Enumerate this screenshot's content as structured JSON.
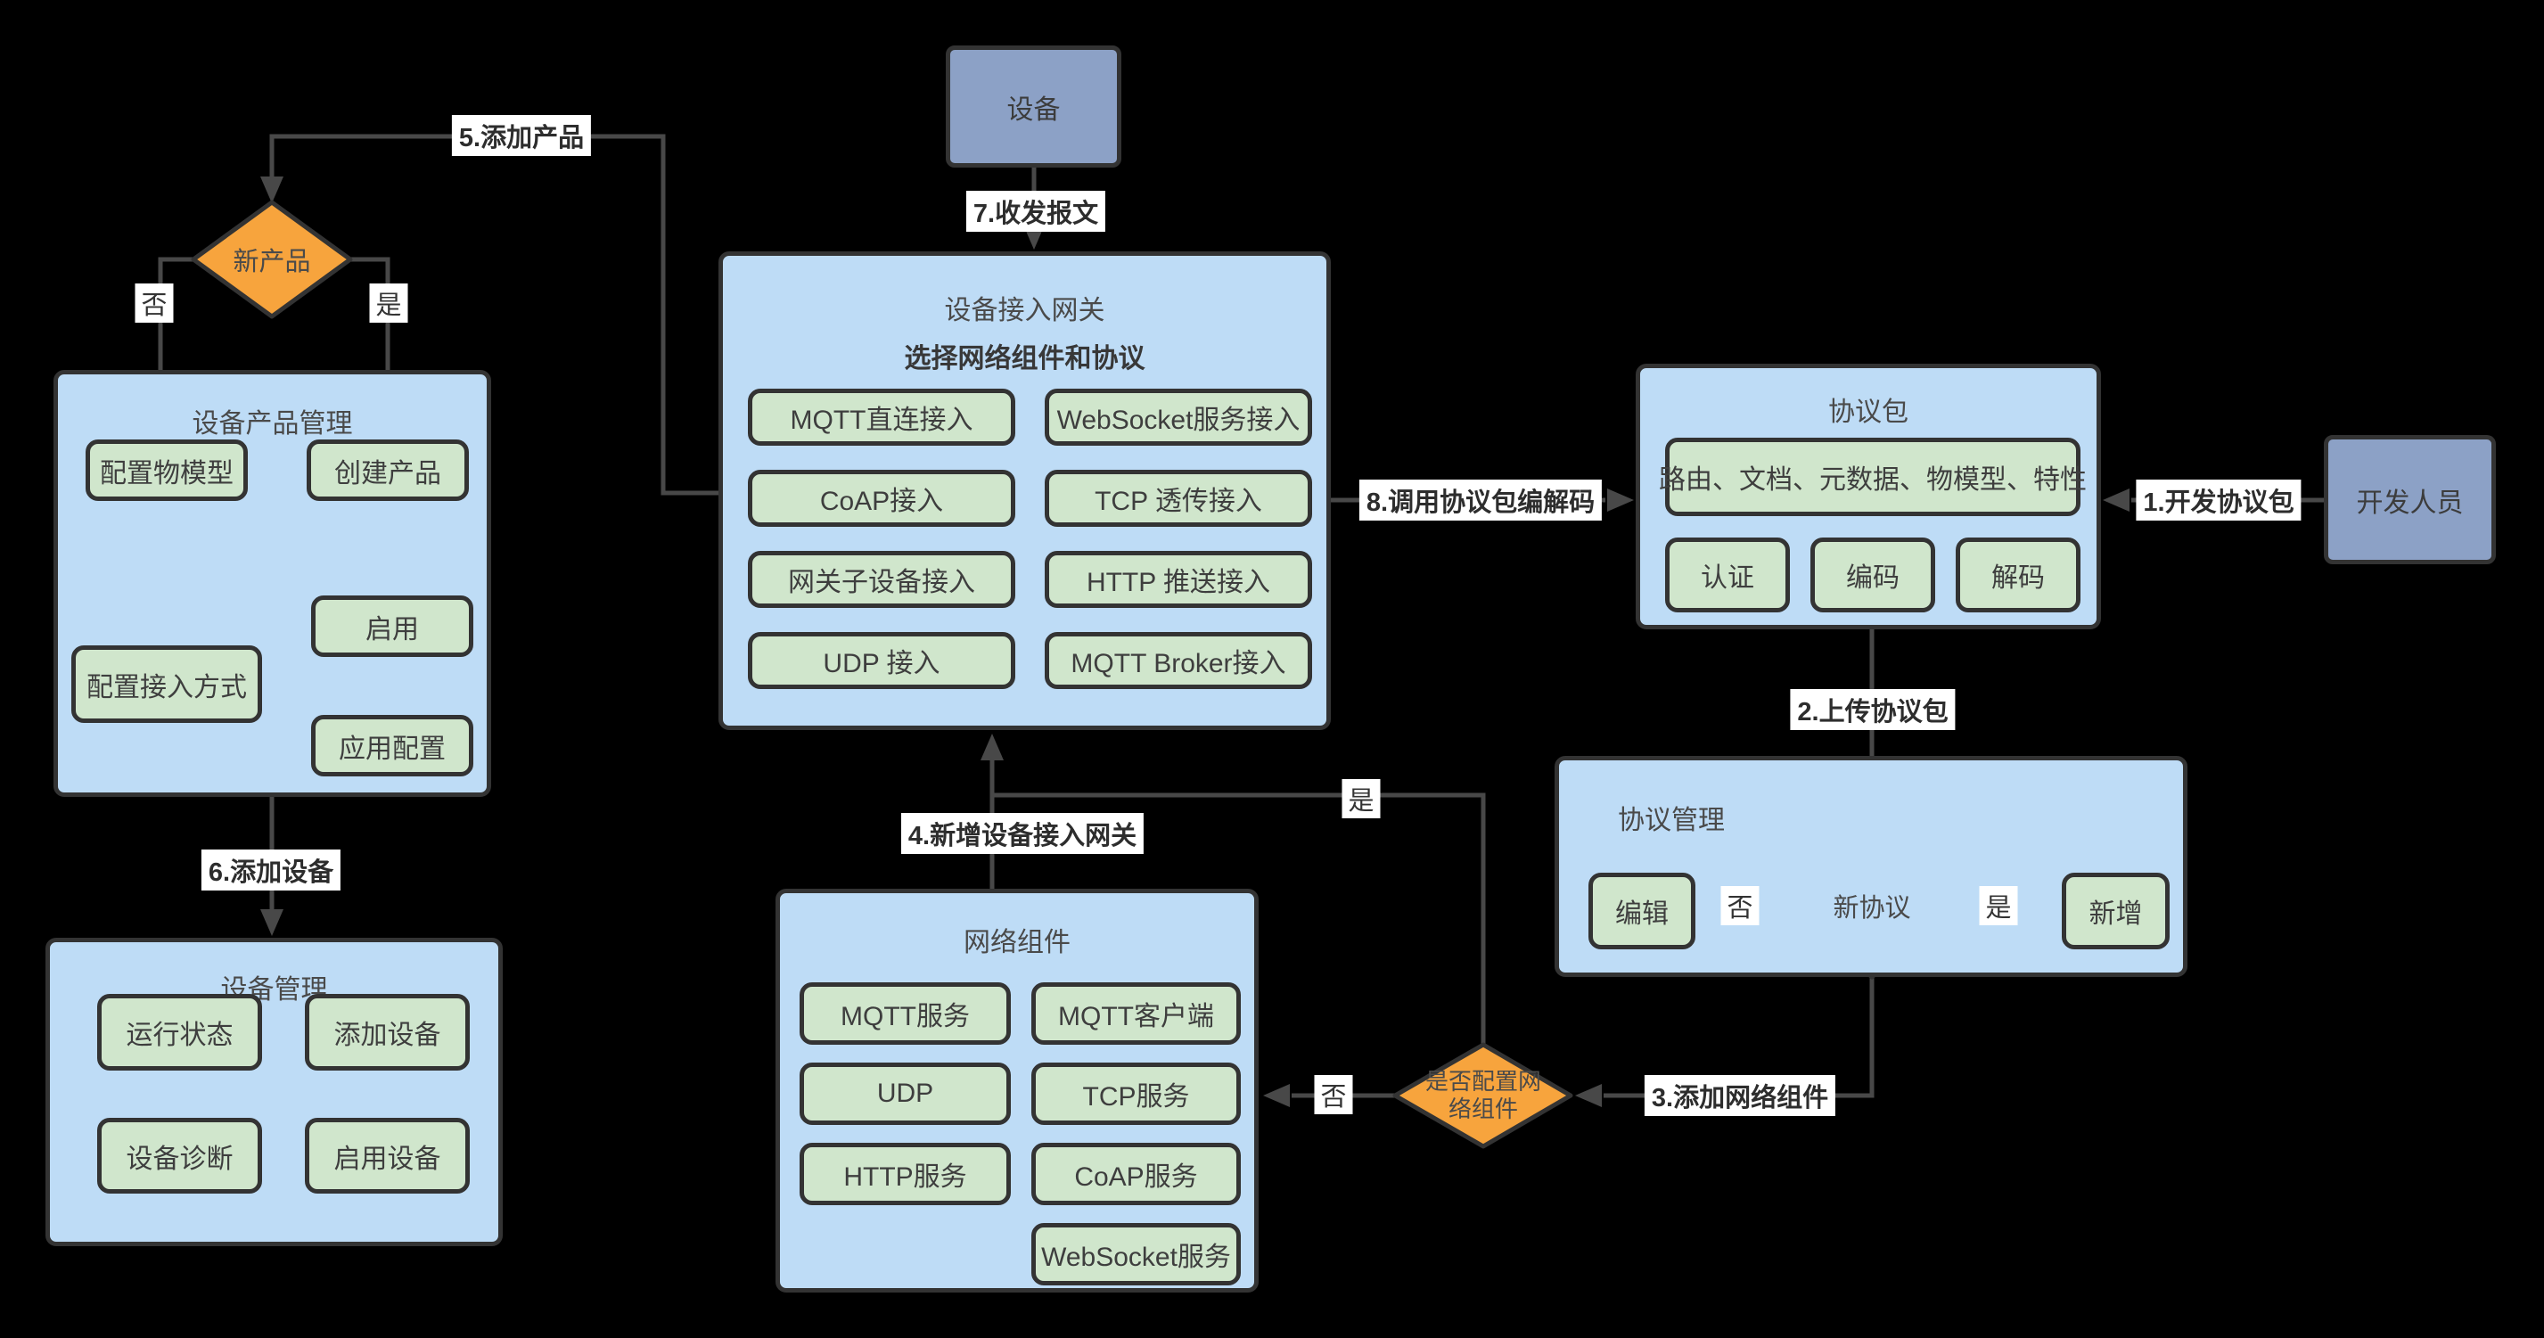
{
  "colors": {
    "background": "#000000",
    "container_fill": "#bedcf6",
    "button_fill": "#d0e6cc",
    "diamond_fill": "#f7a43d",
    "actor_fill": "#8ca1c6",
    "wire": "#484848",
    "border": "#333333"
  },
  "device": {
    "label": "设备"
  },
  "developer": {
    "label": "开发人员"
  },
  "gateway": {
    "title": "设备接入网关",
    "subtitle": "选择网络组件和协议",
    "buttons": [
      "MQTT直连接入",
      "WebSocket服务接入",
      "CoAP接入",
      "TCP 透传接入",
      "网关子设备接入",
      "HTTP 推送接入",
      "UDP 接入",
      "MQTT Broker接入"
    ]
  },
  "protocol_package": {
    "title": "协议包",
    "feature_button": "路由、文档、元数据、物模型、特性",
    "buttons": [
      "认证",
      "编码",
      "解码"
    ]
  },
  "protocol_mgmt": {
    "title": "协议管理",
    "diamond": "新协议",
    "no": "否",
    "yes": "是",
    "edit": "编辑",
    "add": "新增"
  },
  "network": {
    "title": "网络组件",
    "buttons": [
      "MQTT服务",
      "MQTT客户端",
      "UDP",
      "TCP服务",
      "HTTP服务",
      "CoAP服务",
      "WebSocket服务"
    ]
  },
  "config_check": {
    "line1": "是否配置网",
    "line2": "络组件",
    "no": "否",
    "yes": "是"
  },
  "new_product": {
    "diamond": "新产品",
    "no": "否",
    "yes": "是"
  },
  "product_mgmt": {
    "title": "设备产品管理",
    "config_model": "配置物模型",
    "create_product": "创建产品",
    "config_access": "配置接入方式",
    "enable": "启用",
    "app_config": "应用配置"
  },
  "device_mgmt": {
    "title": "设备管理",
    "buttons": [
      "运行状态",
      "添加设备",
      "设备诊断",
      "启用设备"
    ]
  },
  "steps": {
    "s1": "1.开发协议包",
    "s2": "2.上传协议包",
    "s3": "3.添加网络组件",
    "s4": "4.新增设备接入网关",
    "s5": "5.添加产品",
    "s6": "6.添加设备",
    "s7": "7.收发报文",
    "s8": "8.调用协议包编解码"
  }
}
